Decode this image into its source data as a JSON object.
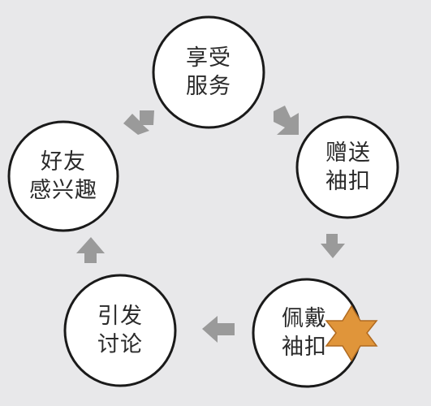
{
  "diagram": {
    "nodes": [
      {
        "id": "enjoy-service",
        "label": "享受\n服务"
      },
      {
        "id": "gift-cufflinks",
        "label": "赠送\n袖扣"
      },
      {
        "id": "wear-cufflinks",
        "label": "佩戴\n袖扣"
      },
      {
        "id": "spark-discussion",
        "label": "引发\n讨论"
      },
      {
        "id": "friends-interested",
        "label": "好友\n感兴趣"
      }
    ],
    "flow": "cycle-clockwise",
    "highlight": {
      "node": "wear-cufflinks",
      "icon": "star-icon",
      "color": "#e0953a"
    },
    "colors": {
      "background": "#e8e8ea",
      "node_fill": "#ffffff",
      "node_stroke": "#1a1a1a",
      "arrow": "#9a9a9a"
    }
  }
}
